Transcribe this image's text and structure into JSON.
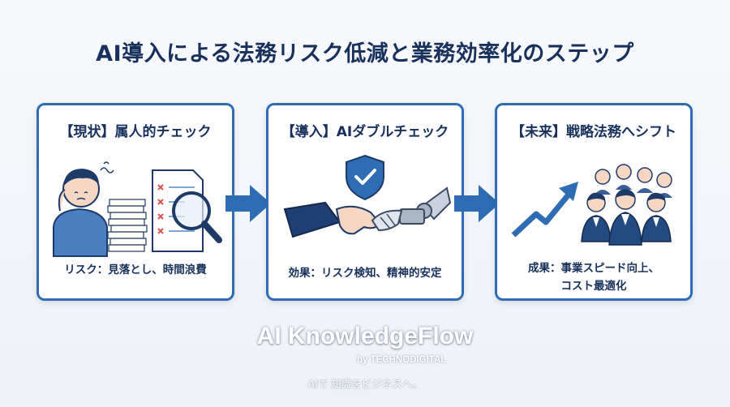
{
  "title": "AI導入による法務リスク低減と業務効率化のステップ",
  "steps": [
    {
      "title": "【現状】属人的チェック",
      "caption": "リスク：見落とし、時間浪費",
      "illustration": "stressed-worker-with-paperwork"
    },
    {
      "title": "【導入】AIダブルチェック",
      "caption": "効果：リスク検知、精神的安定",
      "illustration": "human-robot-handshake-with-shield"
    },
    {
      "title": "【未来】戦略法務へシフト",
      "caption_line1": "成果：事業スピード向上、",
      "caption_line2": "コスト最適化",
      "illustration": "growth-arrow-and-team"
    }
  ],
  "brand": {
    "name": "AI KnowledgeFlow",
    "by": "by TECHNODIGITAL",
    "tagline": "AIで 知識をビジネスへ。"
  },
  "colors": {
    "primary": "#2e6db4",
    "navy": "#17315c",
    "accent_red": "#d9534f"
  }
}
